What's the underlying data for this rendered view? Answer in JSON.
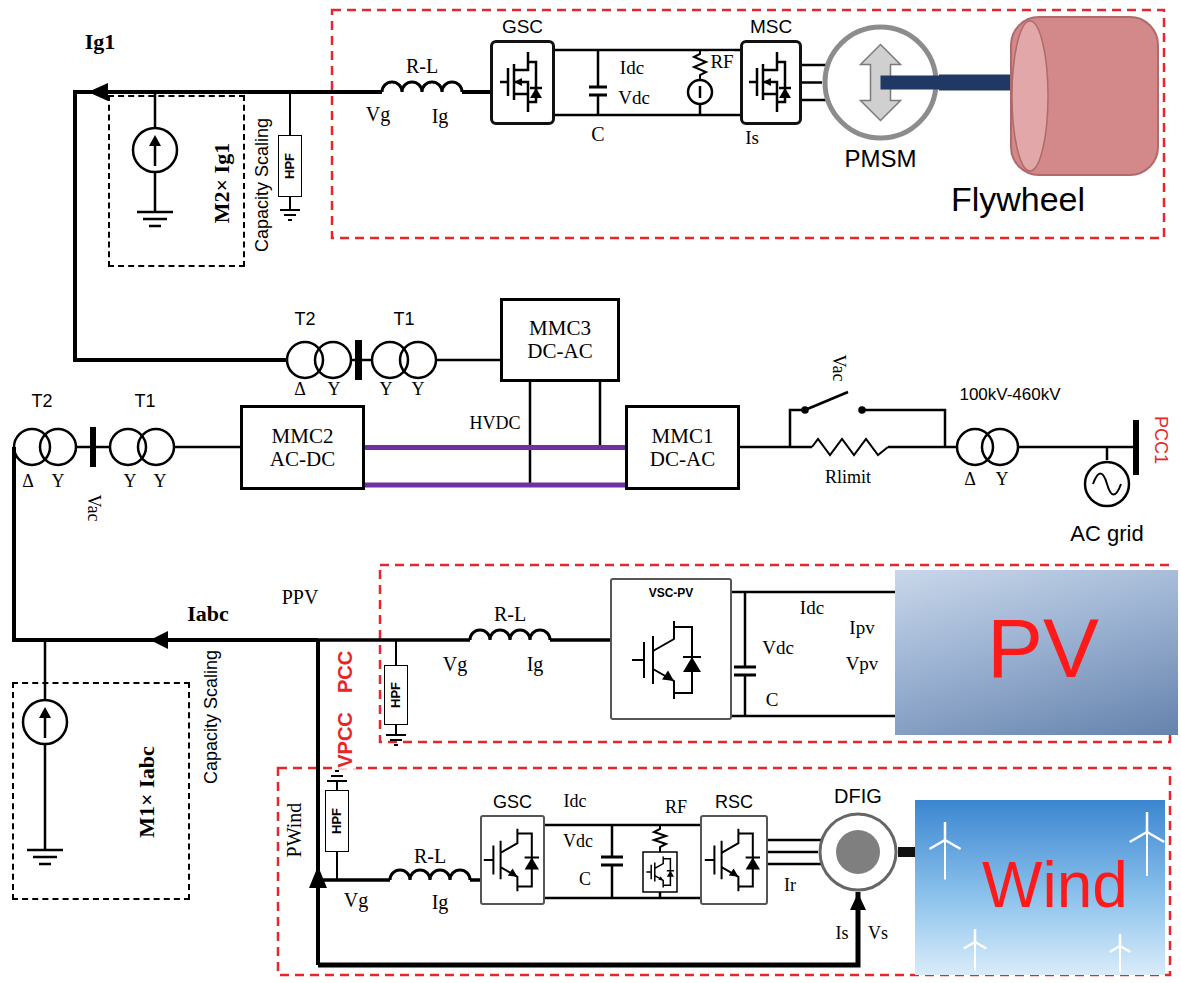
{
  "diagram": {
    "nodes": [
      {
        "text": [
          "M2× Ig1",
          "Capacity Scaling"
        ]
      },
      {
        "text": [
          "HPF"
        ]
      },
      {
        "text": [
          "GSC"
        ]
      },
      {
        "text": [
          "MSC"
        ]
      },
      {
        "text": [
          "PMSM"
        ]
      },
      {
        "text": [
          "Flywheel"
        ]
      },
      {
        "text": [
          "MMC3 DC-AC"
        ]
      },
      {
        "text": [
          "MMC2 AC-DC"
        ]
      },
      {
        "text": [
          "MMC1 DC-AC"
        ]
      },
      {
        "text": [
          "AC grid"
        ]
      },
      {
        "text": [
          "VSC-PV"
        ]
      },
      {
        "text": [
          "PV"
        ]
      },
      {
        "text": [
          "HPF"
        ]
      },
      {
        "text": [
          "M1× Iabc",
          "Capacity Scaling"
        ]
      },
      {
        "text": [
          "HPF"
        ]
      },
      {
        "text": [
          "GSC"
        ]
      },
      {
        "text": [
          "RSC"
        ]
      },
      {
        "text": [
          "DFIG"
        ]
      },
      {
        "text": [
          "Wind"
        ]
      }
    ],
    "edges": [
      {
        "from": 2,
        "to": 3,
        "arrow": "none"
      },
      {
        "from": 3,
        "to": 4,
        "arrow": "none"
      },
      {
        "from": 4,
        "to": 5,
        "arrow": "none"
      },
      {
        "from": 7,
        "to": 8,
        "label": "HVDC",
        "arrow": "none"
      },
      {
        "from": 10,
        "to": 11,
        "arrow": "none"
      },
      {
        "from": 15,
        "to": 16,
        "arrow": "none"
      },
      {
        "from": 16,
        "to": 17,
        "arrow": "none"
      },
      {
        "from": 17,
        "to": 18,
        "arrow": "none"
      }
    ],
    "labels": [
      "Ig1",
      "R-L",
      "Vg",
      "Ig",
      "C",
      "Idc",
      "Vdc",
      "RF",
      "Is",
      "T2",
      "T1",
      "Δ",
      "Y",
      "Y",
      "Y",
      "Vac",
      "100kV-460kV",
      "Rlimit",
      "PCC1",
      "Δ",
      "Y",
      "T2",
      "T1",
      "Δ",
      "Y",
      "Vac",
      "Y",
      "Y",
      "Iabc",
      "PPV",
      "R-L",
      "Vg",
      "Ig",
      "Idc",
      "Ipv",
      "Vdc",
      "Vpv",
      "C",
      "PCC",
      "VPCC",
      "PWind",
      "Vg",
      "R-L",
      "Ig",
      "Idc",
      "Vdc",
      "C",
      "RF",
      "Ir",
      "Is",
      "Vs"
    ]
  }
}
